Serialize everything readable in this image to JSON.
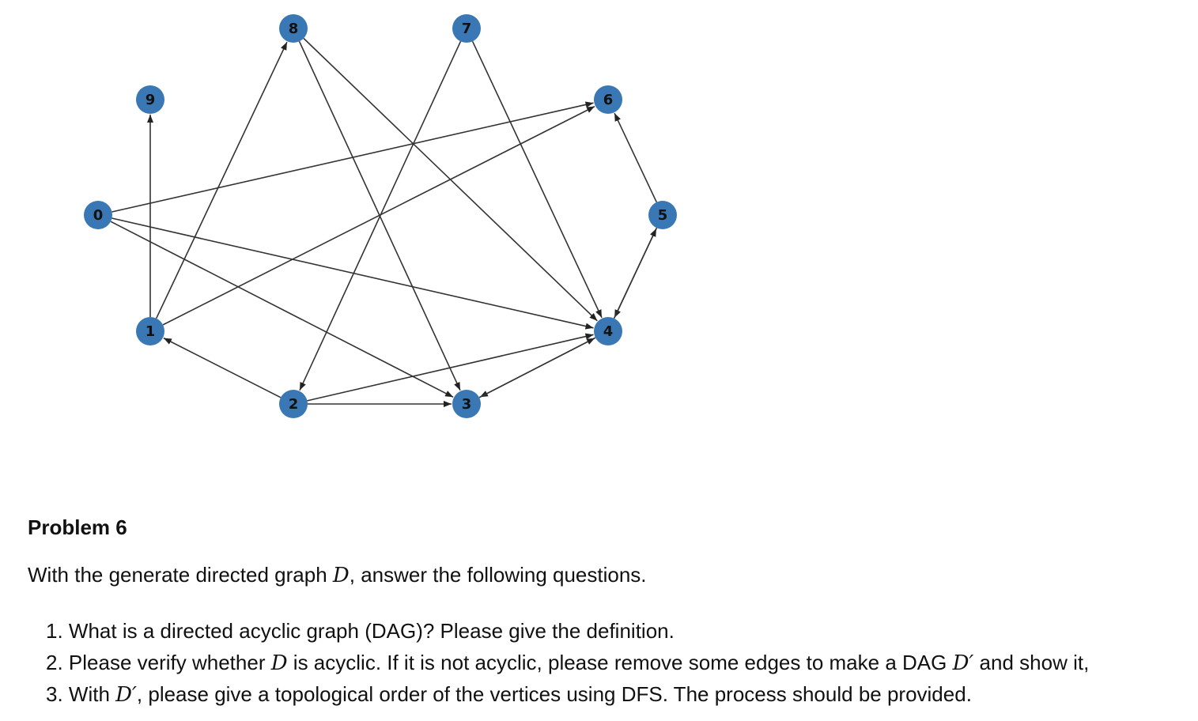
{
  "graph": {
    "node_color": "#3a78b5",
    "edge_color": "#333333",
    "nodes": [
      "0",
      "1",
      "2",
      "3",
      "4",
      "5",
      "6",
      "7",
      "8",
      "9"
    ],
    "edges": [
      [
        "1",
        "9"
      ],
      [
        "1",
        "8"
      ],
      [
        "1",
        "6"
      ],
      [
        "0",
        "6"
      ],
      [
        "0",
        "4"
      ],
      [
        "0",
        "3"
      ],
      [
        "8",
        "4"
      ],
      [
        "8",
        "3"
      ],
      [
        "7",
        "4"
      ],
      [
        "7",
        "2"
      ],
      [
        "5",
        "6"
      ],
      [
        "5",
        "4"
      ],
      [
        "4",
        "5"
      ],
      [
        "2",
        "1"
      ],
      [
        "2",
        "3"
      ],
      [
        "2",
        "4"
      ],
      [
        "4",
        "3"
      ],
      [
        "3",
        "4"
      ]
    ]
  },
  "problem": {
    "title": "Problem 6",
    "intro_before": "With the generate directed graph ",
    "intro_symbol": "D",
    "intro_after": ", answer the following questions.",
    "questions": [
      {
        "number": "1.",
        "parts": [
          "What is a directed acyclic graph (DAG)? Please give the definition."
        ]
      },
      {
        "number": "2.",
        "parts": [
          "Please verify whether ",
          "D",
          " is acyclic. If it is not acyclic, please remove some edges to make a DAG ",
          "D′",
          " and show it,"
        ]
      },
      {
        "number": "3.",
        "parts": [
          "With ",
          "D′",
          ", please give a topological order of the vertices using DFS. The process should be provided."
        ]
      }
    ]
  }
}
